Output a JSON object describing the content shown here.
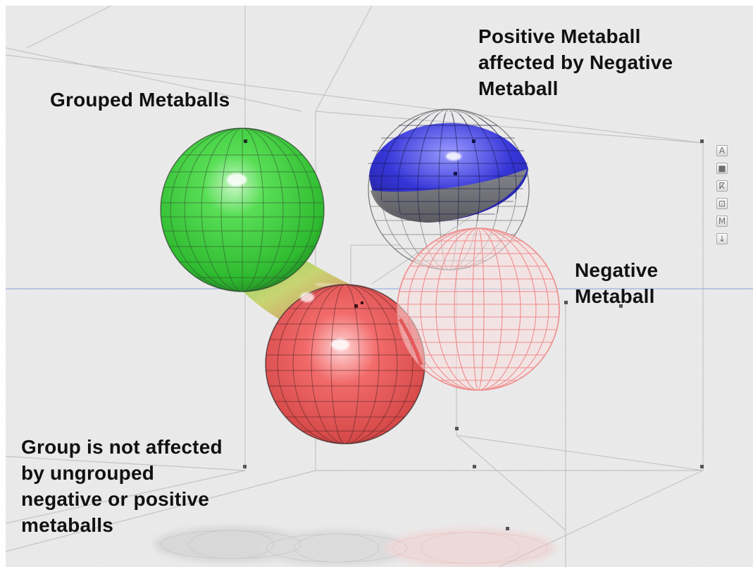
{
  "labels": {
    "grouped": "Grouped Metaballs",
    "positive_affected": "Positive Metaball\naffected by Negative\nMetaball",
    "negative": "Negative\nMetaball",
    "group_note": "Group is not affected\nby ungrouped\nnegative or positive\nmetaballs"
  },
  "toolbar": {
    "tools": [
      {
        "icon": "text-tool-icon",
        "glyph": "A"
      },
      {
        "icon": "solid-square-icon",
        "glyph": "■"
      },
      {
        "icon": "hierarchy-icon",
        "glyph": "ⴽ"
      },
      {
        "icon": "frame-select-icon",
        "glyph": "⊡"
      },
      {
        "icon": "material-icon",
        "glyph": "M"
      },
      {
        "icon": "drop-down-icon",
        "glyph": "↓"
      }
    ]
  },
  "colors": {
    "background": "#ecebeb",
    "green": "#33c933",
    "red": "#e85050",
    "blue": "#3838d6",
    "negative_pink": "#f4a4a4",
    "guide_line": "#9ab0df"
  }
}
